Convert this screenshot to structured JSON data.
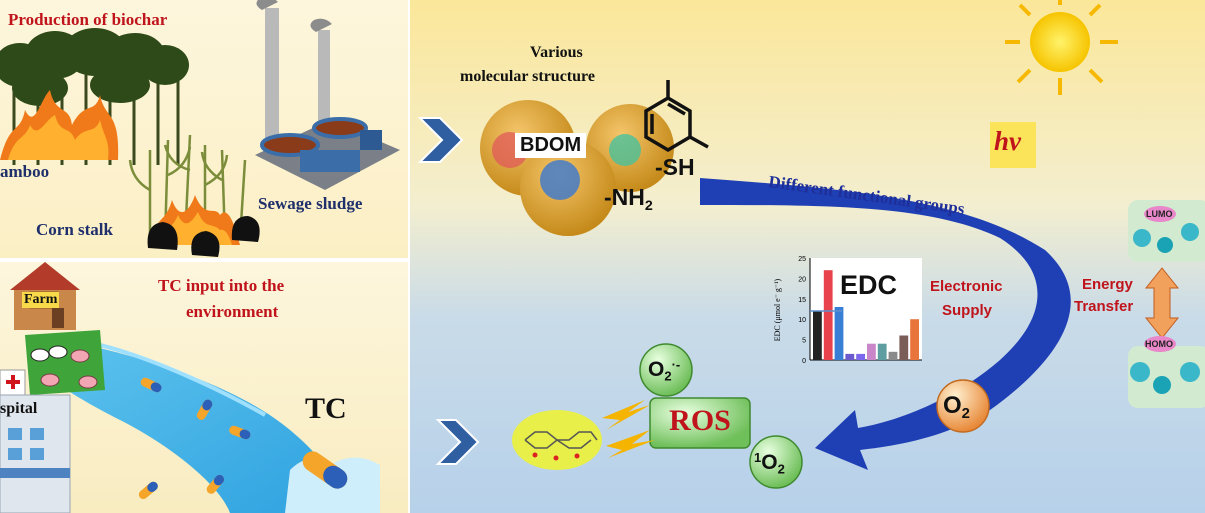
{
  "top_left": {
    "title": "Production of biochar",
    "bamboo": "amboo",
    "corn_stalk": "Corn stalk",
    "sewage_sludge": "Sewage sludge"
  },
  "bottom_left": {
    "title_line1": "TC input into the",
    "title_line2": "environment",
    "farm": "Farm",
    "hospital": "spital",
    "tc": "TC"
  },
  "right": {
    "molecular_line1": "Various",
    "molecular_line2": "molecular structure",
    "bdom": "BDOM",
    "sh": "-SH",
    "nh2_base": "-NH",
    "nh2_sub": "2",
    "functional_groups": "Different functional groups",
    "hv": "hν",
    "lumo": "LUMO",
    "homo": "HOMO",
    "energy_transfer_line1": "Energy",
    "energy_transfer_line2": "Transfer",
    "electronic_supply_line1": "Electronic",
    "electronic_supply_line2": "Supply",
    "o2_base": "O",
    "o2_sub": "2",
    "superoxide_base": "O",
    "superoxide_sub": "2",
    "superoxide_sup": "·-",
    "singlet_sup": "1",
    "singlet_base": "O",
    "singlet_sub": "2",
    "ros": "ROS"
  },
  "chart_data": {
    "type": "bar",
    "title": "EDC",
    "ylabel": "EDC (μmol e⁻ g⁻¹)",
    "ylim": [
      0,
      25
    ],
    "yticks": [
      "0",
      "5",
      "10",
      "15",
      "20",
      "25"
    ],
    "values": [
      12,
      22,
      13,
      1.5,
      1.5,
      4,
      4,
      2,
      6,
      10
    ],
    "colors": [
      "#222222",
      "#e8434c",
      "#3a7fd6",
      "#6a5acd",
      "#7b68ee",
      "#c987c9",
      "#5f9ea0",
      "#8a8a8a",
      "#7a5c58",
      "#e8743b"
    ],
    "reference_line": 12
  },
  "colors": {
    "accent_red": "#c0141c",
    "navy": "#1e2f6b",
    "arrow_blue": "#1f3fb5",
    "sun": "#fcd116"
  }
}
